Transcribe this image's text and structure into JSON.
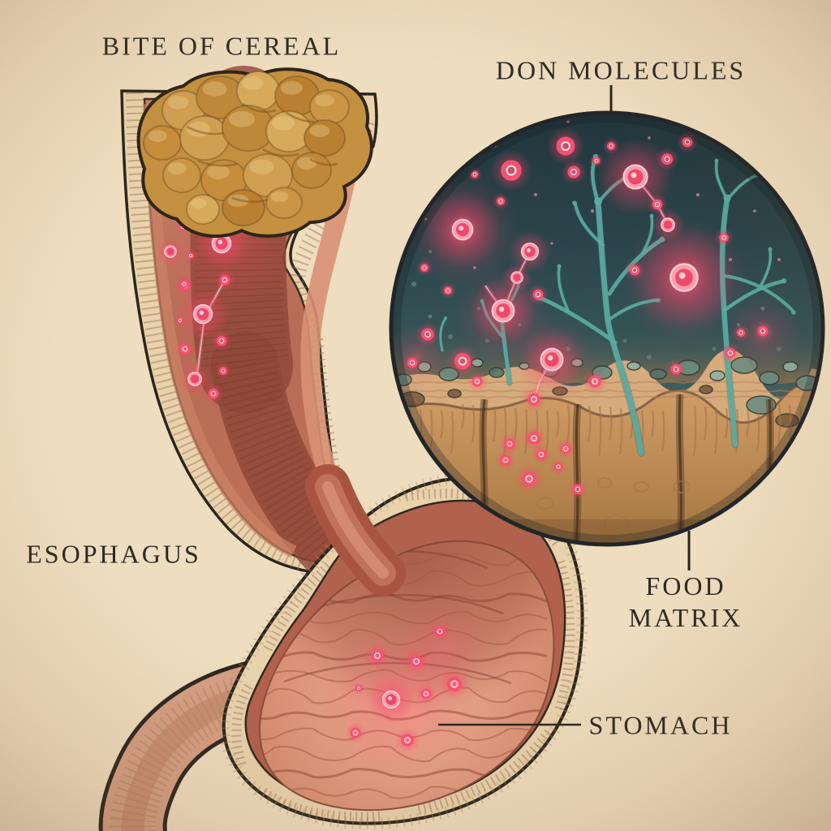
{
  "figure": {
    "labels": {
      "bite_of_cereal": "BITE OF CEREAL",
      "don_molecules": "DON MOLECULES",
      "esophagus": "ESOPHAGUS",
      "food_matrix_line1": "FOOD",
      "food_matrix_line2": "MATRIX",
      "stomach": "STOMACH"
    },
    "colors": {
      "background": "#f2e1c3",
      "ink": "#2e2a23",
      "outline": "#26211b",
      "molecule_pink": "#ff4168",
      "molecule_ring_light": "#ffd4dd",
      "molecule_link": "#ffc3ce",
      "branch_teal": "#58aca4",
      "inset_dark_teal": "#22363e",
      "matrix_tan": "#cf9b64",
      "cereal_gold": "#c6913f",
      "wall_cream": "#ecd6b0",
      "muscle_red": "#b2604b",
      "cavity_pink": "#dd9278",
      "lumen_red": "#a8523f"
    }
  }
}
